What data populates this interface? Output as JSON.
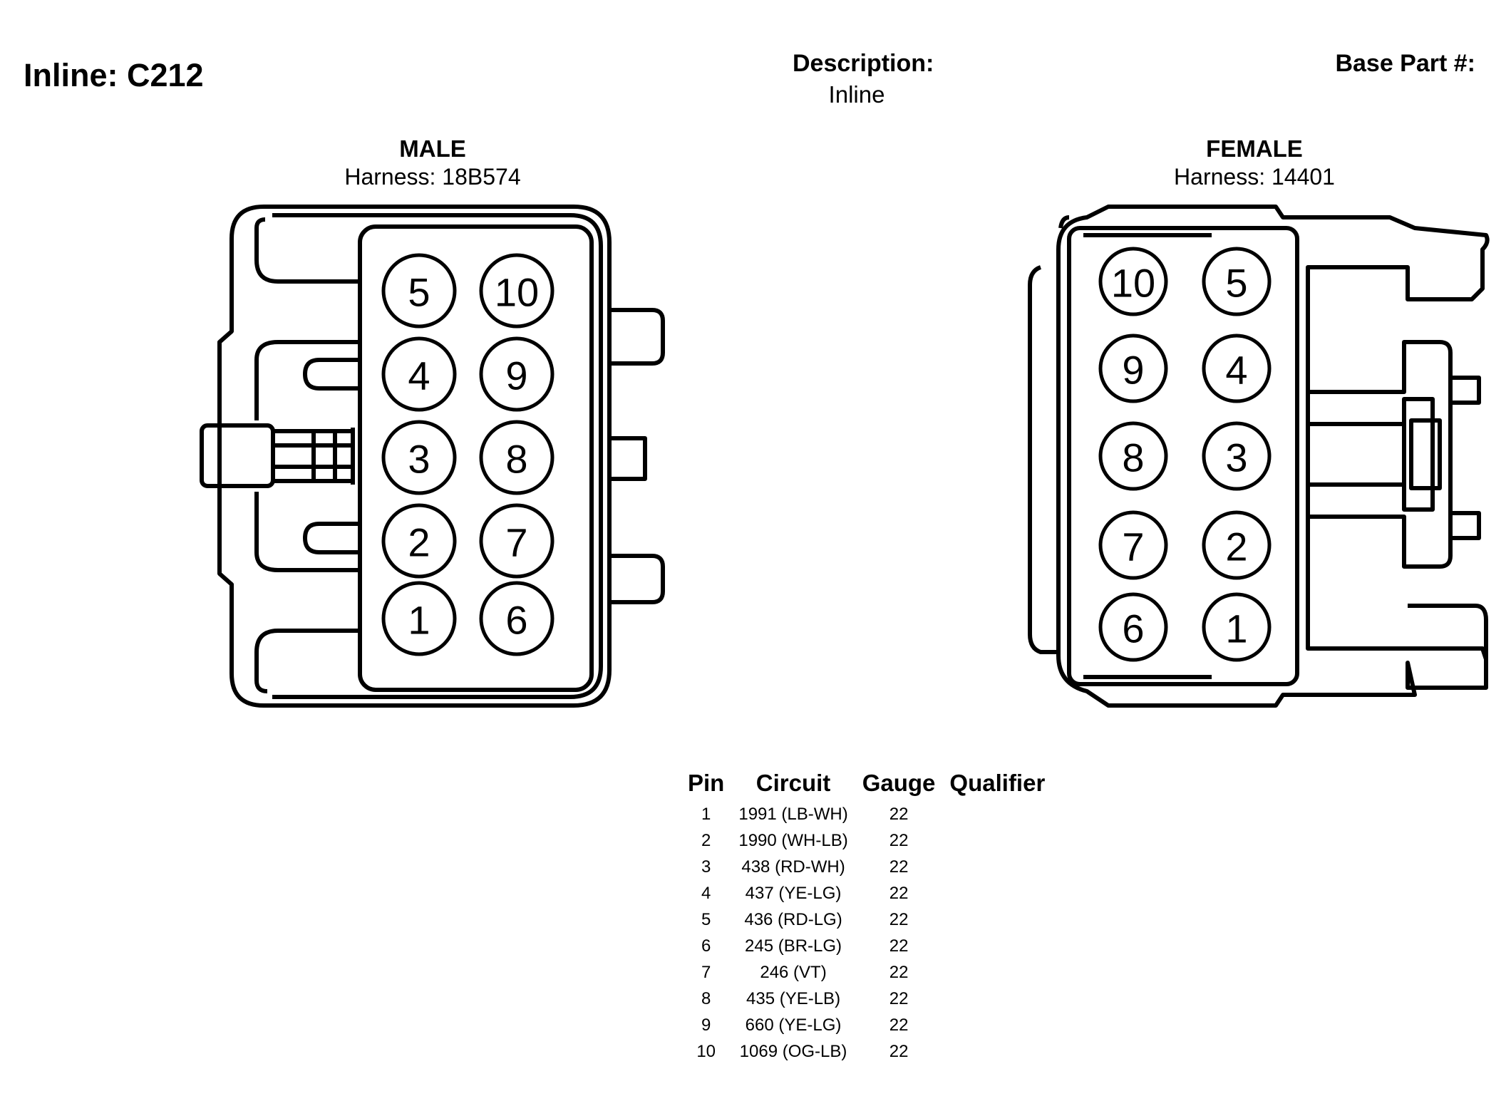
{
  "header": {
    "title": "Inline: C212",
    "description_label": "Description:",
    "description_value": "Inline",
    "base_part_label": "Base Part #:"
  },
  "male": {
    "name": "MALE",
    "harness": "Harness: 18B574",
    "pins": [
      "5",
      "10",
      "4",
      "9",
      "3",
      "8",
      "2",
      "7",
      "1",
      "6"
    ]
  },
  "female": {
    "name": "FEMALE",
    "harness": "Harness: 14401",
    "pins": [
      "10",
      "5",
      "9",
      "4",
      "8",
      "3",
      "7",
      "2",
      "6",
      "1"
    ]
  },
  "pin_table": {
    "headers": [
      "Pin",
      "Circuit",
      "Gauge",
      "Qualifier"
    ],
    "rows": [
      {
        "pin": "1",
        "circuit": "1991 (LB-WH)",
        "gauge": "22",
        "qualifier": ""
      },
      {
        "pin": "2",
        "circuit": "1990 (WH-LB)",
        "gauge": "22",
        "qualifier": ""
      },
      {
        "pin": "3",
        "circuit": "438 (RD-WH)",
        "gauge": "22",
        "qualifier": ""
      },
      {
        "pin": "4",
        "circuit": "437 (YE-LG)",
        "gauge": "22",
        "qualifier": ""
      },
      {
        "pin": "5",
        "circuit": "436 (RD-LG)",
        "gauge": "22",
        "qualifier": ""
      },
      {
        "pin": "6",
        "circuit": "245 (BR-LG)",
        "gauge": "22",
        "qualifier": ""
      },
      {
        "pin": "7",
        "circuit": "246 (VT)",
        "gauge": "22",
        "qualifier": ""
      },
      {
        "pin": "8",
        "circuit": "435 (YE-LB)",
        "gauge": "22",
        "qualifier": ""
      },
      {
        "pin": "9",
        "circuit": "660 (YE-LG)",
        "gauge": "22",
        "qualifier": ""
      },
      {
        "pin": "10",
        "circuit": "1069 (OG-LB)",
        "gauge": "22",
        "qualifier": ""
      }
    ]
  }
}
